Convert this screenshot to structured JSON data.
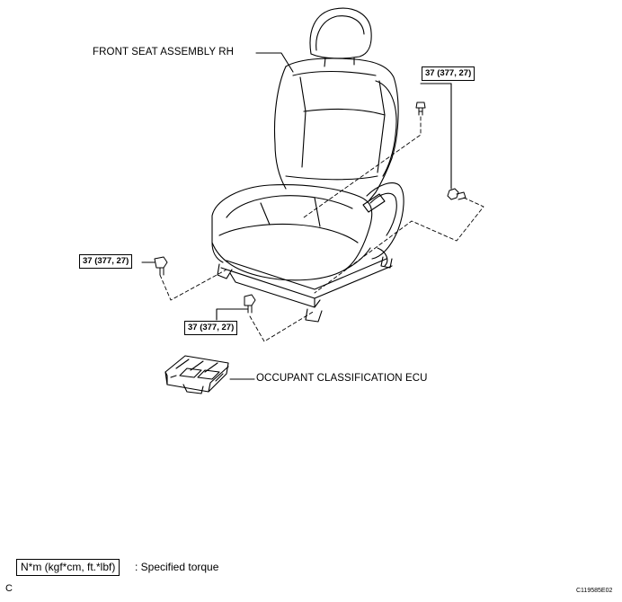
{
  "labels": {
    "seat": "FRONT SEAT ASSEMBLY RH",
    "ecu": "OCCUPANT CLASSIFICATION ECU"
  },
  "torque": {
    "top_right": "37 (377, 27)",
    "left": "37 (377, 27)",
    "bottom": "37 (377, 27)"
  },
  "legend": {
    "unit": "N*m (kgf*cm, ft.*lbf)",
    "text": ": Specified torque"
  },
  "corner_letter": "C",
  "figure_code": "C119585E02",
  "icons": [
    "seat-assembly-drawing",
    "bolt-icon",
    "ecu-module-drawing"
  ]
}
